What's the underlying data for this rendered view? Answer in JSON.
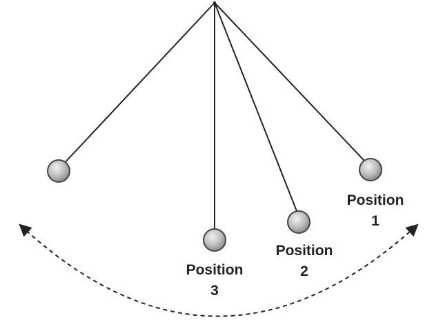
{
  "diagram": {
    "labels": {
      "position_1": {
        "line1": "Position",
        "line2": "1"
      },
      "position_2": {
        "line1": "Position",
        "line2": "2"
      },
      "position_3": {
        "line1": "Position",
        "line2": "3"
      }
    },
    "colors": {
      "string": "#222222",
      "bob_fill": "#b8b8b8",
      "bob_stroke": "#444444",
      "arc": "#222222"
    }
  }
}
